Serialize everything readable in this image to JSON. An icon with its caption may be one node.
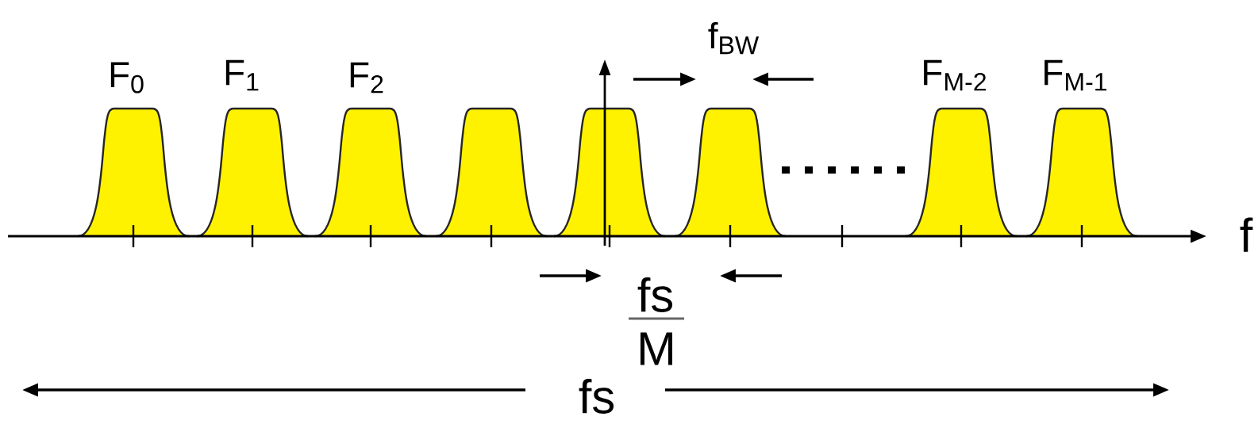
{
  "diagram": {
    "labels": [
      "F$_{0}$",
      "F$_{1}$",
      "F$_{2}$",
      "f$_{BW}$",
      "F$_{M-2}$",
      "F$_{M-1}$",
      "f",
      "fs",
      "M",
      "fs"
    ]
  }
}
